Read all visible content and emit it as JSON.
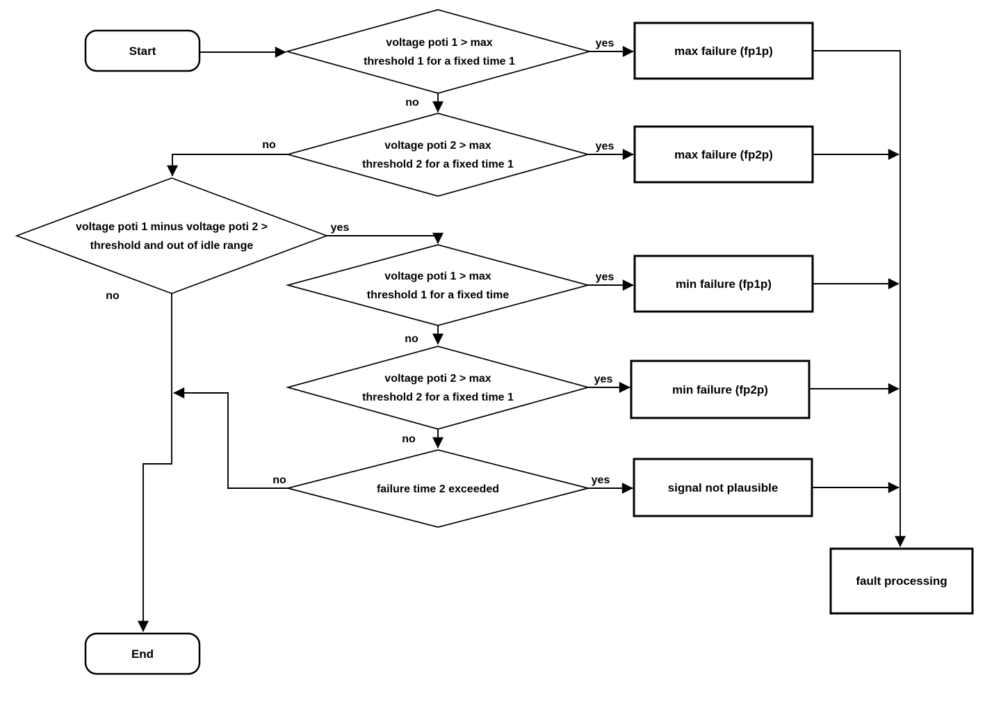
{
  "diagram": {
    "type": "flowchart",
    "colors": {
      "line": "#000000",
      "background": "#ffffff"
    },
    "edge_labels": {
      "yes": "yes",
      "no": "no"
    },
    "nodes": {
      "start": {
        "label": "Start"
      },
      "end": {
        "label": "End"
      },
      "d1": {
        "line1": "voltage poti 1 > max",
        "line2": "threshold 1 for a fixed time 1"
      },
      "d2": {
        "line1": "voltage poti 2 > max",
        "line2": "threshold 2 for a fixed time 1"
      },
      "d3": {
        "line1": "voltage poti 1 minus voltage poti 2 >",
        "line2": "threshold and out of idle range"
      },
      "d4": {
        "line1": "voltage poti 1 > max",
        "line2": "threshold 1 for a fixed time"
      },
      "d5": {
        "line1": "voltage poti 2 > max",
        "line2": "threshold 2 for a fixed time 1"
      },
      "d6": {
        "label": "failure time 2 exceeded"
      },
      "max_fp1p": {
        "label": "max failure (fp1p)"
      },
      "max_fp2p": {
        "label": "max failure (fp2p)"
      },
      "min_fp1p": {
        "label": "min failure (fp1p)"
      },
      "min_fp2p": {
        "label": "min failure (fp2p)"
      },
      "signal_not_plausible": {
        "label": "signal not plausible"
      },
      "fault_processing": {
        "label": "fault processing"
      }
    }
  }
}
